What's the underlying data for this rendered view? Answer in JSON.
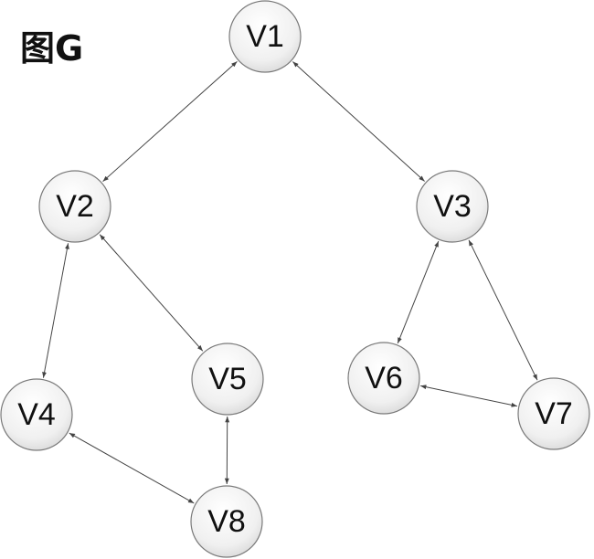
{
  "title": "图G",
  "nodes": [
    {
      "id": "V1",
      "label": "V1"
    },
    {
      "id": "V2",
      "label": "V2"
    },
    {
      "id": "V3",
      "label": "V3"
    },
    {
      "id": "V4",
      "label": "V4"
    },
    {
      "id": "V5",
      "label": "V5"
    },
    {
      "id": "V6",
      "label": "V6"
    },
    {
      "id": "V7",
      "label": "V7"
    },
    {
      "id": "V8",
      "label": "V8"
    }
  ],
  "edges": [
    {
      "from": "V1",
      "to": "V2",
      "directed": "both"
    },
    {
      "from": "V1",
      "to": "V3",
      "directed": "both"
    },
    {
      "from": "V2",
      "to": "V4",
      "directed": "both"
    },
    {
      "from": "V2",
      "to": "V5",
      "directed": "both"
    },
    {
      "from": "V3",
      "to": "V6",
      "directed": "both"
    },
    {
      "from": "V3",
      "to": "V7",
      "directed": "both"
    },
    {
      "from": "V5",
      "to": "V8",
      "directed": "both"
    },
    {
      "from": "V4",
      "to": "V8",
      "directed": "both"
    },
    {
      "from": "V6",
      "to": "V7",
      "directed": "both"
    }
  ]
}
